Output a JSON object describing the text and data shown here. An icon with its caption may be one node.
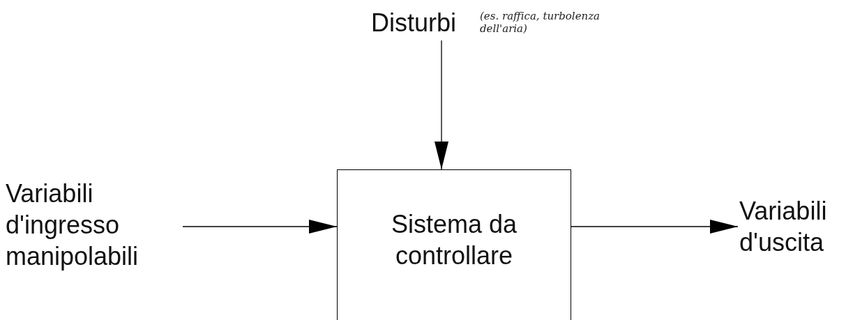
{
  "diagram": {
    "nodes": [
      {
        "text": [
          "Disturbi"
        ],
        "beside": [
          "(es. raffica, turbolenza dell'aria)"
        ]
      },
      {
        "text": [
          "Variabili d'ingresso manipolabili"
        ]
      },
      {
        "text": [
          "Sistema da controllare"
        ]
      },
      {
        "text": [
          "Variabili d'uscita"
        ]
      }
    ],
    "edges": [
      {
        "from": 0,
        "to": 2,
        "arrow": "to"
      },
      {
        "from": 1,
        "to": 2,
        "arrow": "to"
      },
      {
        "from": 2,
        "to": 3,
        "arrow": "to"
      }
    ]
  }
}
